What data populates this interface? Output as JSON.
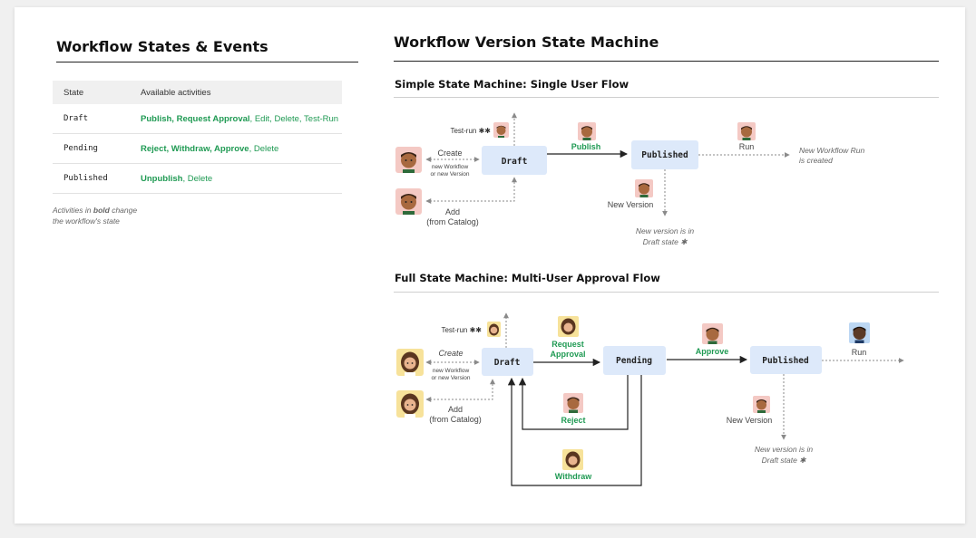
{
  "left": {
    "title": "Workflow States & Events",
    "table": {
      "headers": [
        "State",
        "Available activities"
      ],
      "rows": [
        {
          "state": "Draft",
          "bold": "Publish, Request Approval",
          "sep": ", ",
          "rest": "Edit, Delete, Test-Run"
        },
        {
          "state": "Pending",
          "bold": "Reject, Withdraw, Approve",
          "sep": ", ",
          "rest": "Delete"
        },
        {
          "state": "Published",
          "bold": "Unpublish",
          "sep": ", ",
          "rest": "Delete"
        }
      ]
    },
    "note": {
      "pre": "Activities in ",
      "bold": "bold",
      "mid": " change",
      "line2": "the workflow's state"
    }
  },
  "right": {
    "title": "Workflow Version State Machine",
    "simple": {
      "title": "Simple State Machine: Single User Flow",
      "nodes": {
        "draft": "Draft",
        "published": "Published"
      },
      "labels": {
        "test_run": "Test-run ✱✱",
        "create": "Create",
        "create_sub1": "new Workflow",
        "create_sub2": "or new Version",
        "add": "Add",
        "add_sub": "(from Catalog)",
        "publish": "Publish",
        "run": "Run",
        "run_result1": "New Workflow Run",
        "run_result2": "is created",
        "new_version": "New Version",
        "nv_result1": "New version is in",
        "nv_result2": "Draft state ✱"
      }
    },
    "full": {
      "title": "Full State Machine: Multi-User Approval Flow",
      "nodes": {
        "draft": "Draft",
        "pending": "Pending",
        "published": "Published"
      },
      "labels": {
        "test_run": "Test-run ✱✱",
        "create": "Create",
        "create_sub1": "new Workflow",
        "create_sub2": "or new Version",
        "add": "Add",
        "add_sub": "(from Catalog)",
        "request1": "Request",
        "request2": "Approval",
        "approve": "Approve",
        "reject": "Reject",
        "withdraw": "Withdraw",
        "run": "Run",
        "new_version": "New Version",
        "nv_result1": "New version is in",
        "nv_result2": "Draft state ✱"
      }
    }
  },
  "colors": {
    "green": "#1f9a53",
    "node_fill": "#dde9fa",
    "avatar_pink": "#f4c9c4",
    "avatar_yellow": "#f7e29a",
    "avatar_blue": "#bcd7f3",
    "dotted": "#9a9a9a"
  }
}
